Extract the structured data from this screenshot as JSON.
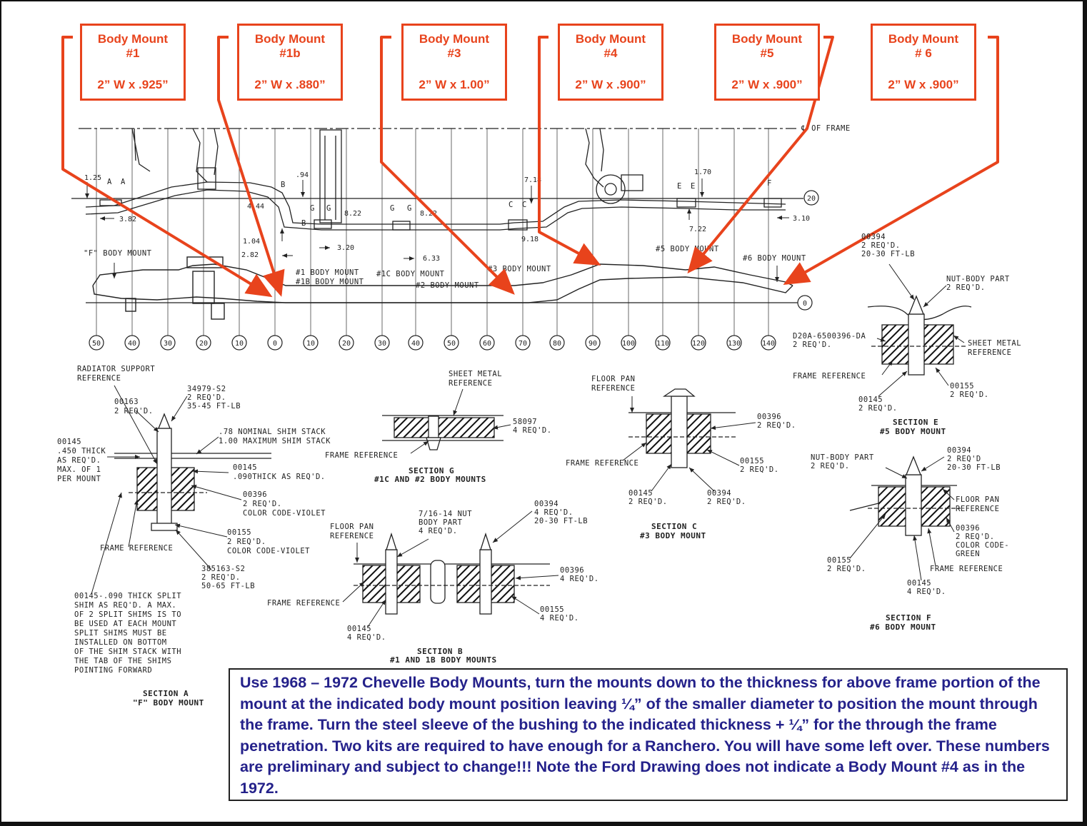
{
  "mount_boxes": [
    {
      "title": "Body Mount",
      "number": "#1",
      "size": "2” W x .925”"
    },
    {
      "title": "Body Mount",
      "number": "#1b",
      "size": "2” W x .880”"
    },
    {
      "title": "Body Mount",
      "number": "#3",
      "size": "2” W x 1.00”"
    },
    {
      "title": "Body Mount",
      "number": "#4",
      "size": "2” W x .900”"
    },
    {
      "title": "Body Mount",
      "number": "#5",
      "size": "2” W x .900”"
    },
    {
      "title": "Body Mount",
      "number": "# 6",
      "size": "2” W x .900”"
    }
  ],
  "frame_view": {
    "centerline_label": "℄ OF FRAME",
    "datum_20": "20",
    "datum_0": "0",
    "stations": [
      "50",
      "40",
      "30",
      "20",
      "10",
      "0",
      "10",
      "20",
      "30",
      "40",
      "50",
      "60",
      "70",
      "80",
      "90",
      "100",
      "110",
      "120",
      "130",
      "140"
    ],
    "dimensions": [
      "1.25",
      "3.82",
      ".94",
      "4.44",
      "1.04",
      "2.82",
      "3.20",
      "8.22",
      "8.22",
      "6.33",
      "7.18",
      "9.18",
      "1.70",
      "7.22",
      "3.10"
    ],
    "letters": [
      "A",
      "A",
      "B",
      "B",
      "G",
      "G",
      "G",
      "G",
      "C",
      "C",
      "E",
      "E",
      "F"
    ],
    "mount_labels": [
      "\"F\" BODY MOUNT",
      "#1 BODY MOUNT",
      "#1B BODY MOUNT",
      "#1C BODY MOUNT",
      "#2 BODY MOUNT",
      "#3 BODY MOUNT",
      "#5 BODY MOUNT",
      "#6 BODY MOUNT"
    ]
  },
  "section_a": {
    "title": "SECTION A",
    "subtitle": "\"F\" BODY MOUNT",
    "radiator": [
      "RADIATOR SUPPORT",
      "REFERENCE"
    ],
    "p00163": [
      "00163",
      "2 REQ'D."
    ],
    "p34979": [
      "34979-S2",
      "2 REQ'D.",
      "35-45 FT-LB"
    ],
    "shim_stack": [
      ".78 NOMINAL SHIM STACK",
      "1.00 MAXIMUM SHIM STACK"
    ],
    "p00145a": [
      "00145",
      ".450 THICK",
      "AS REQ'D.",
      "MAX. OF 1",
      "PER MOUNT"
    ],
    "p00145b": [
      "00145",
      ".090THICK AS REQ'D."
    ],
    "p00396": [
      "00396",
      "2 REQ'D.",
      "COLOR CODE-VIOLET"
    ],
    "p00155": [
      "00155",
      "2 REQ'D.",
      "COLOR CODE-VIOLET"
    ],
    "frame_ref": "FRAME REFERENCE",
    "p38516": [
      "385163-S2",
      "2 REQ'D.",
      "50-65 FT-LB"
    ],
    "split_note": [
      "00145-.090 THICK SPLIT",
      "SHIM AS REQ'D. A MAX.",
      "OF 2 SPLIT SHIMS IS TO",
      "BE USED AT EACH MOUNT",
      "SPLIT SHIMS MUST BE",
      "INSTALLED ON BOTTOM",
      "OF THE SHIM STACK WITH",
      "THE TAB OF THE SHIMS",
      "POINTING FORWARD"
    ]
  },
  "section_g": {
    "title": "SECTION G",
    "subtitle": "#1C AND #2 BODY MOUNTS",
    "sheet": [
      "SHEET METAL",
      "REFERENCE"
    ],
    "p58097": [
      "58097",
      "4 REQ'D."
    ],
    "frame_ref": "FRAME REFERENCE"
  },
  "section_b": {
    "title": "SECTION B",
    "subtitle": "#1 AND 1B BODY MOUNTS",
    "floor": [
      "FLOOR PAN",
      "REFERENCE"
    ],
    "nut": [
      "7/16-14 NUT",
      "BODY PART",
      "4 REQ'D."
    ],
    "p00394": [
      "00394",
      "4 REQ'D.",
      "20-30 FT-LB"
    ],
    "p00396": [
      "00396",
      "4 REQ'D."
    ],
    "frame_ref": "FRAME REFERENCE",
    "p00155": [
      "00155",
      "4 REQ'D."
    ],
    "p00145": [
      "00145",
      "4 REQ'D."
    ]
  },
  "section_c": {
    "title": "SECTION C",
    "subtitle": "#3 BODY MOUNT",
    "floor": [
      "FLOOR PAN",
      "REFERENCE"
    ],
    "p00396": [
      "00396",
      "2 REQ'D."
    ],
    "frame_ref": "FRAME REFERENCE",
    "p00155": [
      "00155",
      "2 REQ'D."
    ],
    "p00145": [
      "00145",
      "2 REQ'D."
    ],
    "p00394": [
      "00394",
      "2 REQ'D."
    ]
  },
  "section_e": {
    "title": "SECTION E",
    "subtitle": "#5 BODY MOUNT",
    "p00394": [
      "00394",
      "2 REQ'D.",
      "20-30 FT-LB"
    ],
    "nut": [
      "NUT-BODY PART",
      "2 REQ'D."
    ],
    "d20a": [
      "D20A-6500396-DA",
      "2 REQ'D."
    ],
    "sheet": [
      "SHEET METAL",
      "REFERENCE"
    ],
    "frame_ref": "FRAME REFERENCE",
    "p00155": [
      "00155",
      "2 REQ'D."
    ],
    "p00145": [
      "00145",
      "2 REQ'D."
    ]
  },
  "section_f": {
    "title": "SECTION F",
    "subtitle": "#6 BODY MOUNT",
    "nut": [
      "NUT-BODY PART",
      "2 REQ'D."
    ],
    "p00394": [
      "00394",
      "2 REQ'D",
      "20-30 FT-LB"
    ],
    "floor": [
      "FLOOR PAN",
      "REFERENCE"
    ],
    "p00396": [
      "00396",
      "2 REQ'D.",
      "COLOR CODE-",
      "GREEN"
    ],
    "frame_ref": "FRAME REFERENCE",
    "p00155": [
      "00155",
      "2 REQ'D."
    ],
    "p00145": [
      "00145",
      "4 REQ'D."
    ]
  },
  "note": "Use 1968 – 1972 Chevelle Body Mounts, turn the mounts down to the thickness for above frame portion of the mount at the indicated body mount position leaving ¼” of the smaller diameter to position the mount through the frame.  Turn the steel sleeve of the bushing to the indicated thickness + ¼” for the through the frame penetration.  Two kits are required to have enough for a Ranchero.  You will have some left over.  These numbers are preliminary and subject to change!!! Note the Ford Drawing does not indicate a Body Mount #4 as in the 1972.",
  "colors": {
    "accent": "#e8431c",
    "note_text": "#24218a",
    "ink": "#222222"
  }
}
